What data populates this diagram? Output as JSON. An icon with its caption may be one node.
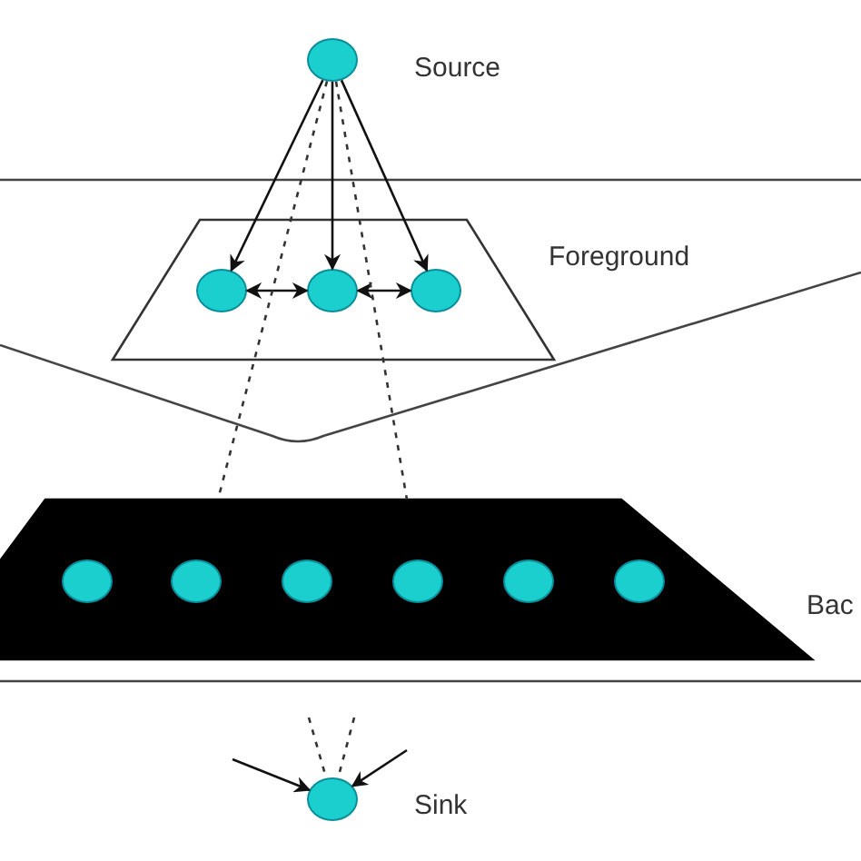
{
  "diagram": {
    "nodes": [
      {
        "text": [],
        "shape": "circle",
        "beside": [
          "Source"
        ]
      },
      {
        "text": [],
        "shape": "trapezoid",
        "beside": [
          "Foreground"
        ]
      },
      {
        "text": [],
        "shape": "circle",
        "in": 1
      },
      {
        "text": [],
        "shape": "circle",
        "in": 1
      },
      {
        "text": [],
        "shape": "circle",
        "in": 1
      },
      {
        "text": [],
        "shape": "trapezoid",
        "beside": [
          "Bac"
        ]
      },
      {
        "text": [],
        "shape": "circle",
        "in": 5
      },
      {
        "text": [],
        "shape": "circle",
        "in": 5
      },
      {
        "text": [],
        "shape": "circle",
        "in": 5
      },
      {
        "text": [],
        "shape": "circle",
        "in": 5
      },
      {
        "text": [],
        "shape": "circle",
        "in": 5
      },
      {
        "text": [],
        "shape": "circle",
        "in": 5
      },
      {
        "text": [],
        "shape": "circle",
        "beside": [
          "Sink"
        ]
      }
    ],
    "edges": [
      {
        "from": 0,
        "to": 2,
        "arrow": "to"
      },
      {
        "from": 0,
        "to": 3,
        "arrow": "to"
      },
      {
        "from": 0,
        "to": 4,
        "arrow": "to"
      },
      {
        "from": 2,
        "to": 3,
        "arrow": "both"
      },
      {
        "from": 3,
        "to": 4,
        "arrow": "both"
      },
      {
        "from": 0,
        "to": 5,
        "arrow": "none",
        "style": "dashed"
      },
      {
        "from": 0,
        "to": 5,
        "arrow": "none",
        "style": "dashed"
      },
      {
        "from": null,
        "to": 12,
        "arrow": "none",
        "style": "dashed"
      },
      {
        "from": null,
        "to": 12,
        "arrow": "none",
        "style": "dashed"
      },
      {
        "from": null,
        "to": 12,
        "arrow": "to"
      },
      {
        "from": null,
        "to": 12,
        "arrow": "to"
      }
    ]
  }
}
